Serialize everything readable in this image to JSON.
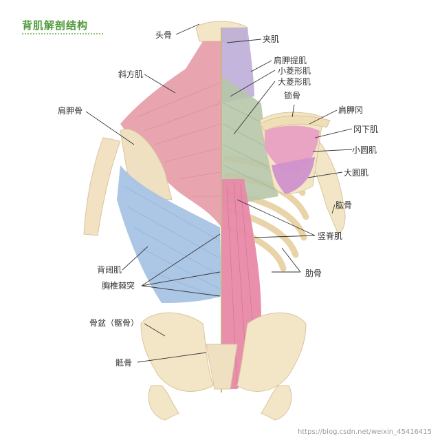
{
  "title": "背肌解剖结构",
  "labels": {
    "skull": "头骨",
    "splenius": "夹肌",
    "trapezius": "斜方肌",
    "levator_scapulae": "肩胛提肌",
    "rhomboid_minor": "小菱形肌",
    "rhomboid_major": "大菱形肌",
    "clavicle": "锁骨",
    "scapula": "肩胛骨",
    "scapular_spine": "肩胛冈",
    "infraspinatus": "冈下肌",
    "teres_minor": "小圆肌",
    "teres_major": "大圆肌",
    "humerus": "肱骨",
    "erector_spinae": "竖脊肌",
    "latissimus": "背阔肌",
    "spinous_process": "胸椎棘突",
    "ribs": "肋骨",
    "pelvis": "骨盆（髂骨）",
    "sacrum": "骶骨"
  },
  "watermark": "https://blog.csdn.net/weixin_45416415",
  "colors": {
    "title": "#4f9a3b",
    "trapezius": "#e69aa6",
    "latissimus": "#a8c3e4",
    "rhomboid": "#b7c6a8",
    "erector": "#e889a8",
    "rotator": "#d88cc0",
    "bone": "#f3e6c6",
    "leader": "#333333"
  }
}
